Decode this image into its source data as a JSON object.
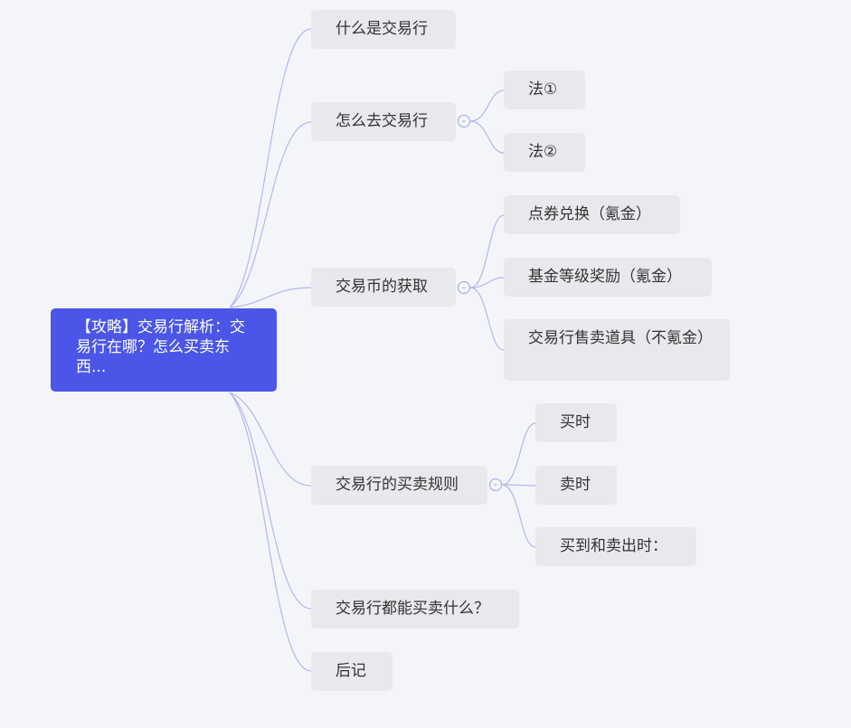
{
  "mindmap": {
    "root": {
      "label": "【攻略】交易行解析：交易行在哪？怎么买卖东西..."
    },
    "branches": [
      {
        "id": "b1",
        "label": "什么是交易行",
        "children": []
      },
      {
        "id": "b2",
        "label": "怎么去交易行",
        "collapse_symbol": "-",
        "children": [
          {
            "id": "b2c1",
            "label": "法①"
          },
          {
            "id": "b2c2",
            "label": "法②"
          }
        ]
      },
      {
        "id": "b3",
        "label": "交易币的获取",
        "collapse_symbol": "-",
        "children": [
          {
            "id": "b3c1",
            "label": "点券兑换（氪金）"
          },
          {
            "id": "b3c2",
            "label": "基金等级奖励（氪金）"
          },
          {
            "id": "b3c3",
            "label": "交易行售卖道具（不氪金）"
          }
        ]
      },
      {
        "id": "b4",
        "label": "交易行的买卖规则",
        "collapse_symbol": "-",
        "children": [
          {
            "id": "b4c1",
            "label": "买时"
          },
          {
            "id": "b4c2",
            "label": "卖时"
          },
          {
            "id": "b4c3",
            "label": "买到和卖出时："
          }
        ]
      },
      {
        "id": "b5",
        "label": "交易行都能买卖什么？",
        "children": []
      },
      {
        "id": "b6",
        "label": "后记",
        "children": []
      }
    ]
  },
  "colors": {
    "root_bg": "#4b56e8",
    "node_bg": "#e9e9ed",
    "link": "#b3b8ee",
    "background": "#f4f5f8"
  }
}
